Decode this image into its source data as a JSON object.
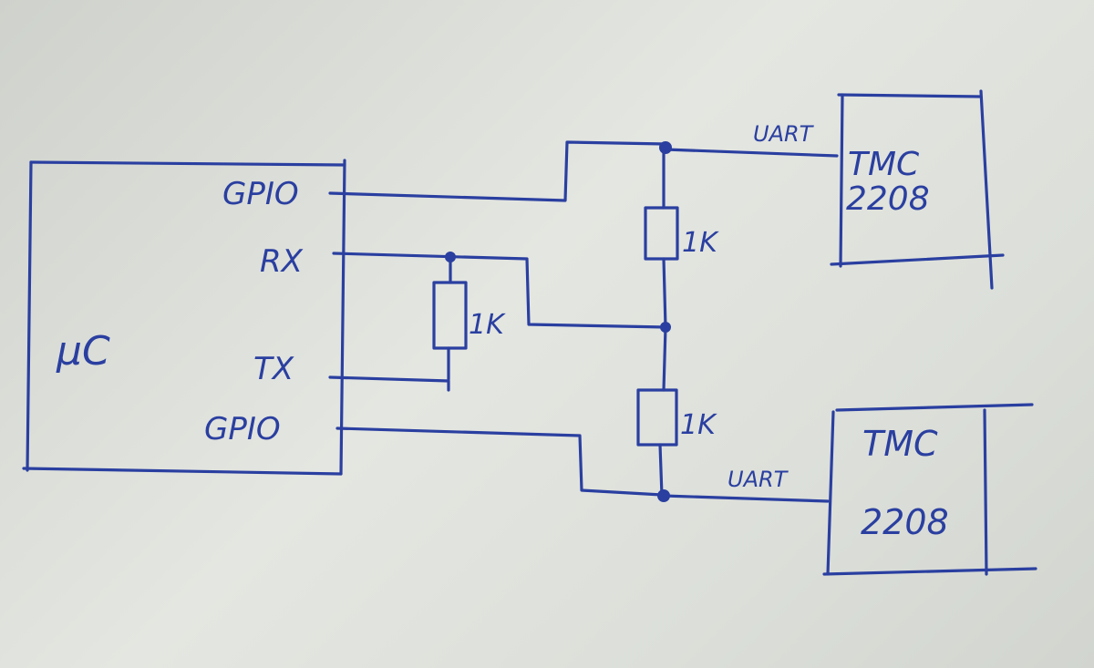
{
  "mcu": {
    "label": "µC"
  },
  "pins": {
    "gpio_top": "GPIO",
    "rx": "RX",
    "tx": "TX",
    "gpio_bottom": "GPIO"
  },
  "resistors": {
    "r_rx_tx": "1K",
    "r_top": "1K",
    "r_bottom": "1K"
  },
  "drivers": {
    "top": {
      "name": "TMC",
      "model": "2208",
      "bus": "UART"
    },
    "bottom": {
      "name": "TMC",
      "model": "2208",
      "bus": "UART"
    }
  },
  "ink_color": "#2a3fa0",
  "paper_color": "#dcdfd9"
}
